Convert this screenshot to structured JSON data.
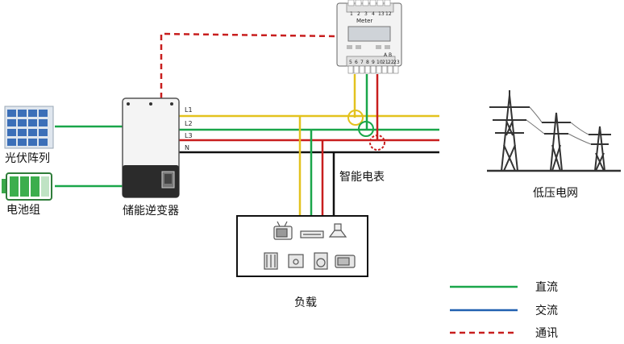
{
  "labels": {
    "pv_array": "光伏阵列",
    "battery": "电池组",
    "inverter": "储能逆变器",
    "smart_meter": "智能电表",
    "grid": "低压电网",
    "load": "负载"
  },
  "meter": {
    "title": "Meter",
    "top_terminals": [
      "1",
      "2",
      "3",
      "4",
      "13",
      "12"
    ],
    "bottom_terminals": [
      "5",
      "6",
      "7",
      "8",
      "9",
      "10",
      "21",
      "22",
      "23"
    ],
    "ab_label": "A  B"
  },
  "phases": [
    "L1",
    "L2",
    "L3",
    "N"
  ],
  "legend": [
    {
      "label": "直流",
      "color": "#1aa64a",
      "style": "solid"
    },
    {
      "label": "交流",
      "color": "#2060b0",
      "style": "solid"
    },
    {
      "label": "通讯",
      "color": "#c81e1e",
      "style": "dashed"
    }
  ],
  "colors": {
    "dc_wire": "#1aa64a",
    "l1": "#e3c21e",
    "l2": "#1aa64a",
    "l3": "#c81e1e",
    "neutral": "#111111",
    "comm": "#c81e1e"
  }
}
